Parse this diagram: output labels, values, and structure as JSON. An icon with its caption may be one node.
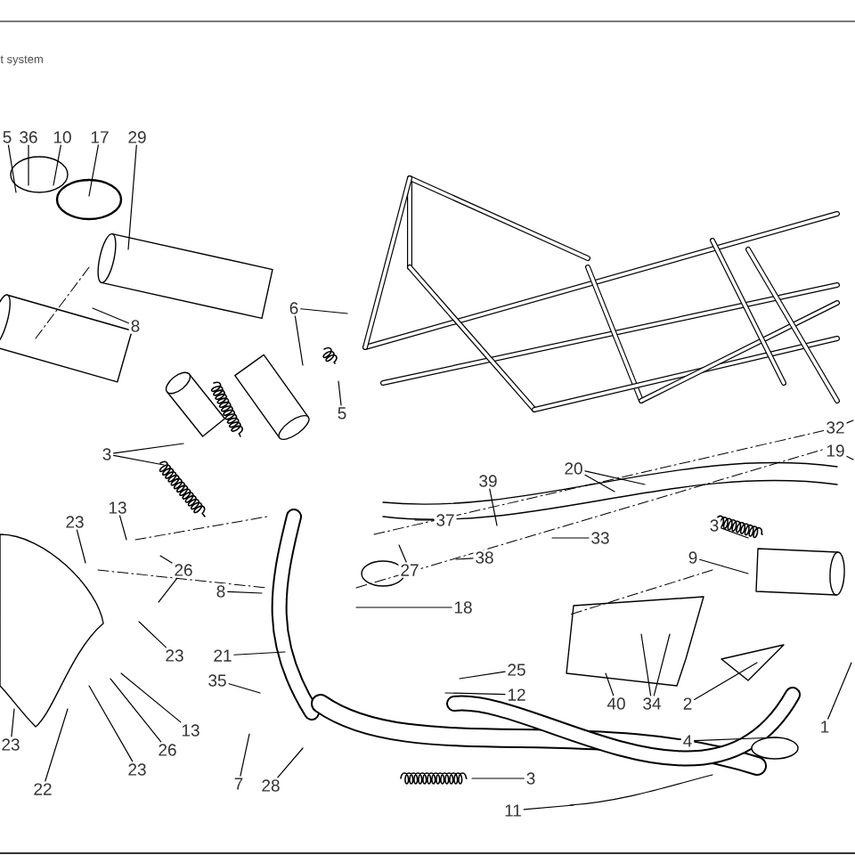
{
  "diagram": {
    "title": "t system",
    "nodes": [
      {
        "text": [
          "5"
        ]
      },
      {
        "text": [
          "36"
        ]
      },
      {
        "text": [
          "10"
        ]
      },
      {
        "text": [
          "17"
        ]
      },
      {
        "text": [
          "29"
        ]
      },
      {
        "text": [
          "6"
        ]
      },
      {
        "text": [
          "8"
        ]
      },
      {
        "text": [
          "5"
        ]
      },
      {
        "text": [
          "32"
        ]
      },
      {
        "text": [
          "19"
        ]
      },
      {
        "text": [
          "3"
        ]
      },
      {
        "text": [
          "20"
        ]
      },
      {
        "text": [
          "39"
        ]
      },
      {
        "text": [
          "13"
        ]
      },
      {
        "text": [
          "23"
        ]
      },
      {
        "text": [
          "3"
        ]
      },
      {
        "text": [
          "37"
        ]
      },
      {
        "text": [
          "33"
        ]
      },
      {
        "text": [
          "38"
        ]
      },
      {
        "text": [
          "9"
        ]
      },
      {
        "text": [
          "27"
        ]
      },
      {
        "text": [
          "26"
        ]
      },
      {
        "text": [
          "8"
        ]
      },
      {
        "text": [
          "18"
        ]
      },
      {
        "text": [
          "23"
        ]
      },
      {
        "text": [
          "21"
        ]
      },
      {
        "text": [
          "25"
        ]
      },
      {
        "text": [
          "35"
        ]
      },
      {
        "text": [
          "12"
        ]
      },
      {
        "text": [
          "40"
        ]
      },
      {
        "text": [
          "34"
        ]
      },
      {
        "text": [
          "2"
        ]
      },
      {
        "text": [
          "1"
        ]
      },
      {
        "text": [
          "13"
        ]
      },
      {
        "text": [
          "4"
        ]
      },
      {
        "text": [
          "23"
        ]
      },
      {
        "text": [
          "26"
        ]
      },
      {
        "text": [
          "23"
        ]
      },
      {
        "text": [
          "3"
        ]
      },
      {
        "text": [
          "7"
        ]
      },
      {
        "text": [
          "28"
        ]
      },
      {
        "text": [
          "22"
        ]
      },
      {
        "text": [
          "11"
        ]
      }
    ],
    "edges": [
      {
        "from": 0,
        "to": null,
        "arrow": "none"
      },
      {
        "from": 1,
        "to": null,
        "arrow": "none"
      },
      {
        "from": 2,
        "to": null,
        "arrow": "none"
      },
      {
        "from": 3,
        "to": null,
        "arrow": "none"
      },
      {
        "from": 4,
        "to": null,
        "arrow": "none"
      },
      {
        "from": 5,
        "to": null,
        "arrow": "none"
      },
      {
        "from": 5,
        "to": null,
        "arrow": "none"
      },
      {
        "from": 6,
        "to": null,
        "arrow": "none"
      },
      {
        "from": 7,
        "to": null,
        "arrow": "none"
      },
      {
        "from": 8,
        "to": null,
        "arrow": "none"
      },
      {
        "from": 9,
        "to": null,
        "arrow": "none"
      },
      {
        "from": 10,
        "to": null,
        "arrow": "none"
      },
      {
        "from": 10,
        "to": null,
        "arrow": "none"
      },
      {
        "from": 11,
        "to": null,
        "arrow": "none"
      },
      {
        "from": 11,
        "to": null,
        "arrow": "none"
      },
      {
        "from": 12,
        "to": null,
        "arrow": "none"
      },
      {
        "from": 13,
        "to": null,
        "arrow": "none"
      },
      {
        "from": 14,
        "to": null,
        "arrow": "none"
      },
      {
        "from": 15,
        "to": null,
        "arrow": "none"
      },
      {
        "from": 16,
        "to": null,
        "arrow": "none"
      },
      {
        "from": 17,
        "to": null,
        "arrow": "none"
      },
      {
        "from": 18,
        "to": null,
        "arrow": "none"
      },
      {
        "from": 19,
        "to": null,
        "arrow": "none"
      },
      {
        "from": 20,
        "to": null,
        "arrow": "none"
      },
      {
        "from": 21,
        "to": null,
        "arrow": "none"
      },
      {
        "from": 21,
        "to": null,
        "arrow": "none"
      },
      {
        "from": 22,
        "to": null,
        "arrow": "none"
      },
      {
        "from": 23,
        "to": null,
        "arrow": "none"
      },
      {
        "from": 24,
        "to": null,
        "arrow": "none"
      },
      {
        "from": 25,
        "to": null,
        "arrow": "none"
      },
      {
        "from": 26,
        "to": null,
        "arrow": "none"
      },
      {
        "from": 27,
        "to": null,
        "arrow": "none"
      },
      {
        "from": 28,
        "to": null,
        "arrow": "none"
      },
      {
        "from": 29,
        "to": null,
        "arrow": "none"
      },
      {
        "from": 30,
        "to": null,
        "arrow": "none"
      },
      {
        "from": 30,
        "to": null,
        "arrow": "none"
      },
      {
        "from": 31,
        "to": null,
        "arrow": "none"
      },
      {
        "from": 32,
        "to": null,
        "arrow": "none"
      },
      {
        "from": 33,
        "to": null,
        "arrow": "none"
      },
      {
        "from": 34,
        "to": null,
        "arrow": "none"
      },
      {
        "from": 35,
        "to": null,
        "arrow": "none"
      },
      {
        "from": 36,
        "to": null,
        "arrow": "none"
      },
      {
        "from": 37,
        "to": null,
        "arrow": "none"
      },
      {
        "from": 38,
        "to": null,
        "arrow": "none"
      },
      {
        "from": 39,
        "to": null,
        "arrow": "none"
      },
      {
        "from": 40,
        "to": null,
        "arrow": "none"
      },
      {
        "from": 41,
        "to": null,
        "arrow": "none"
      },
      {
        "from": 42,
        "to": null,
        "arrow": "none"
      }
    ]
  }
}
